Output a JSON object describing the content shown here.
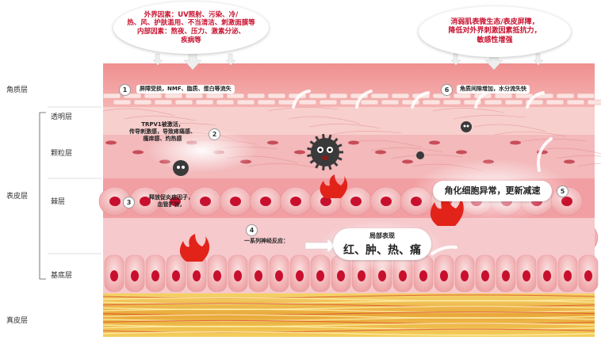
{
  "layers": {
    "stratum_corneum": "角质层",
    "stratum_lucidum": "透明层",
    "stratum_granulosum": "颗粒层",
    "epidermis": "表皮层",
    "stratum_spinosum": "棘层",
    "stratum_basale": "基底层",
    "dermis": "真皮层"
  },
  "top_left_bubble": {
    "line1": "外界因素：UV照射、污染、冷/",
    "line2": "热、风、护肤滥用、不当清洁、刺激面膜等",
    "line3": "内部因素：熬夜、压力、激素分泌、",
    "line4": "疾病等"
  },
  "top_right_bubble": {
    "line1": "消弱肌表微生态/表皮屏障，",
    "line2": "降低对外界刺激因素抵抗力，",
    "line3": "敏感性增强"
  },
  "steps": {
    "s1": {
      "num": "1",
      "text": "屏障受损，NMF、脂质、蛋白等流失"
    },
    "s2": {
      "num": "2",
      "line1": "TRPV1被激活，",
      "line2": "传导刺激感，导致疼痛感、",
      "line3": "瘙痒感、灼热感"
    },
    "s3": {
      "num": "3",
      "line1": "释放促炎症因子，",
      "line2": "血管扩张，"
    },
    "s4": {
      "num": "4",
      "text": "一系列神经反应："
    },
    "s5": {
      "num": "5",
      "text": "角化细胞异常，更新减速"
    },
    "s6": {
      "num": "6",
      "text": "角质间隙增加，水分流失快"
    }
  },
  "local_symptoms": {
    "title": "局部表现",
    "text": "红、肿、热、痛"
  },
  "colors": {
    "corneum": "#f2a4a3",
    "lucidum": "#f6c6c4",
    "granulosum": "#f4b2b4",
    "spinosum": "#f1a9aa",
    "basale": "#f6c3c6",
    "dermis": "#f1c34a",
    "nucleus": "#c8102e"
  }
}
